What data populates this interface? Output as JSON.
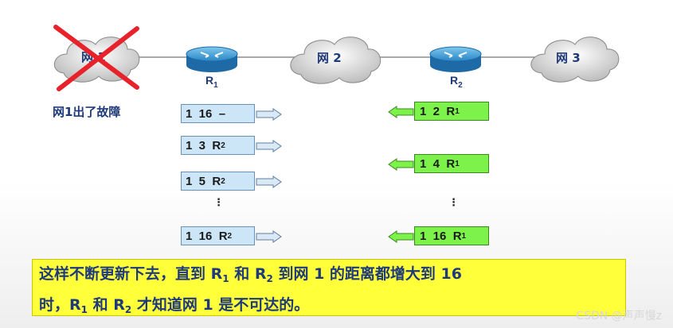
{
  "network": {
    "net1_label": "网 1",
    "net2_label": "网 2",
    "net3_label": "网 3",
    "router1_label": "R",
    "router1_sub": "1",
    "router2_label": "R",
    "router2_sub": "2"
  },
  "fault_note": "网1出了故障",
  "r1_table": [
    {
      "text": "1  16  –",
      "sub": ""
    },
    {
      "text": "1  3  R",
      "sub": "2"
    },
    {
      "text": "1  5  R",
      "sub": "2"
    },
    {
      "text": "1  16  R",
      "sub": "2"
    }
  ],
  "r2_table": [
    {
      "text": "1  2  R",
      "sub": "1"
    },
    {
      "text": "1  4  R",
      "sub": "1"
    },
    {
      "text": "1  16  R",
      "sub": "1"
    }
  ],
  "ellipsis": "⋮",
  "banner": {
    "p1": "这样不断更新下去，直到 R",
    "s1": "1",
    "p2": " 和 R",
    "s2": "2",
    "p3": " 到网 1 的距离都增大到 16",
    "p4": "时，R",
    "s3": "1",
    "p5": " 和 R",
    "s4": "2",
    "p6": " 才知道网 1 是不可达的。"
  },
  "watermark": "CSDN @声声慢z",
  "colors": {
    "r1_box": "#cce6f7",
    "r2_box": "#7cf24a",
    "banner_bg": "#ffff3a",
    "cross": "#e8222a",
    "text_blue": "#1f3a7a"
  }
}
